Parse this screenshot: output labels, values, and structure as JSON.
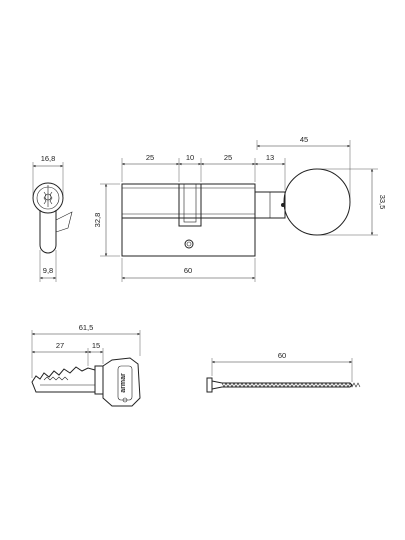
{
  "dimensions": {
    "front_width": "16,8",
    "front_lower_width": "9,8",
    "cyl_seg_left": "25",
    "cyl_seg_cam": "10",
    "cyl_seg_right": "25",
    "cyl_seg_knob_gap": "13",
    "knob_width": "45",
    "knob_height": "33,5",
    "cyl_height": "32,8",
    "cyl_total": "60",
    "key_total": "61,5",
    "key_blade": "27",
    "key_shoulder": "15",
    "screw_length": "60"
  },
  "key_brand": "armar"
}
